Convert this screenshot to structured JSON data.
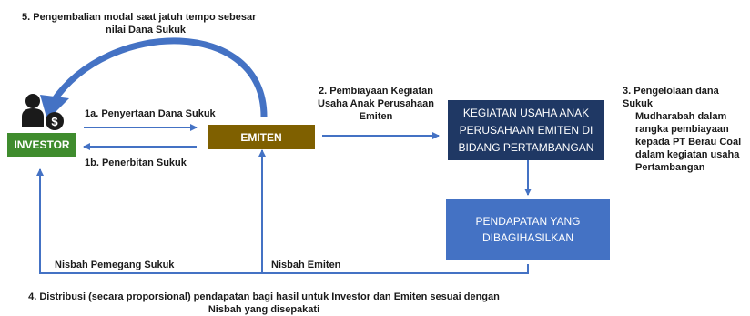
{
  "nodes": {
    "investor": "INVESTOR",
    "emiten": "EMITEN",
    "kegiatan": [
      "KEGIATAN USAHA ANAK",
      "PERUSAHAAN EMITEN DI",
      "BIDANG PERTAMBANGAN"
    ],
    "pendapatan": [
      "PENDAPATAN YANG",
      "DIBAGIHASILKAN"
    ]
  },
  "steps": {
    "step5": [
      "5. Pengembalian modal saat jatuh tempo sebesar",
      "nilai Dana Sukuk"
    ],
    "step1a": "1a. Penyertaan Dana Sukuk",
    "step1b": "1b. Penerbitan Sukuk",
    "step2": [
      "2. Pembiayaan Kegiatan",
      "Usaha Anak Perusahaan",
      "Emiten"
    ],
    "step3": [
      "3. Pengelolaan dana Sukuk",
      "Mudharabah dalam",
      "rangka pembiayaan",
      "kepada PT Berau Coal",
      "dalam kegiatan usaha",
      "Pertambangan"
    ],
    "nisbah_pemegang": "Nisbah Pemegang Sukuk",
    "nisbah_emiten": "Nisbah Emiten",
    "step4": [
      "4. Distribusi (secara proporsional) pendapatan bagi hasil untuk Investor dan Emiten sesuai dengan",
      "Nisbah yang disepakati"
    ]
  },
  "icons": {
    "investor": "investor-money-icon"
  },
  "colors": {
    "investor_box": "#3f8c2e",
    "emiten_box": "#7f6000",
    "kegiatan_box": "#1f3864",
    "pendapatan_box": "#4472c4",
    "arrow": "#4472c4"
  }
}
